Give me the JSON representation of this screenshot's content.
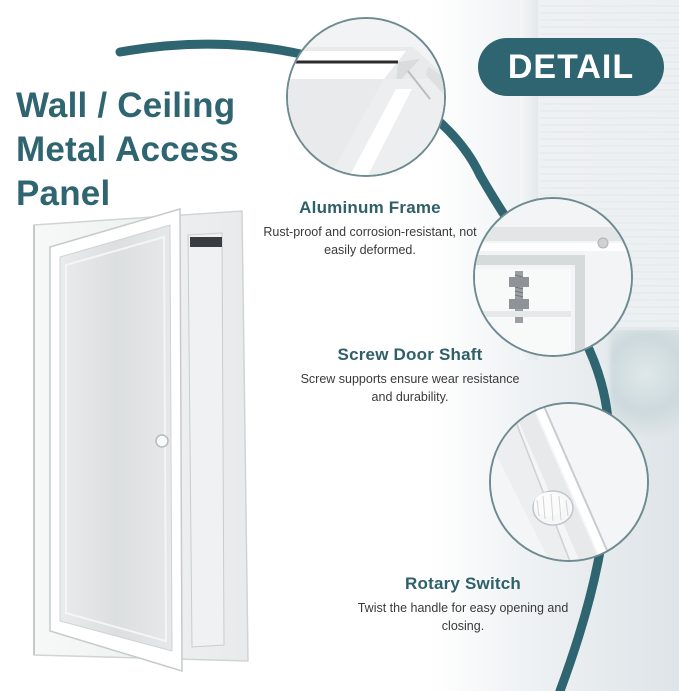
{
  "title": {
    "line1": "Wall / Ceiling",
    "line2": "Metal Access",
    "line3": "Panel"
  },
  "badge": {
    "label": "DETAIL"
  },
  "features": [
    {
      "heading": "Aluminum Frame",
      "description": "Rust-proof and corrosion-resistant, not easily deformed."
    },
    {
      "heading": "Screw Door Shaft",
      "description": "Screw supports ensure wear resistance and durability."
    },
    {
      "heading": "Rotary Switch",
      "description": "Twist the handle for easy opening and closing."
    }
  ],
  "colors": {
    "accent": "#2e6571",
    "title": "#2f6570",
    "text": "#333333"
  },
  "icons": [
    "access-panel-product-image",
    "frame-corner-closeup",
    "screw-hinge-closeup",
    "rotary-knob-closeup"
  ]
}
